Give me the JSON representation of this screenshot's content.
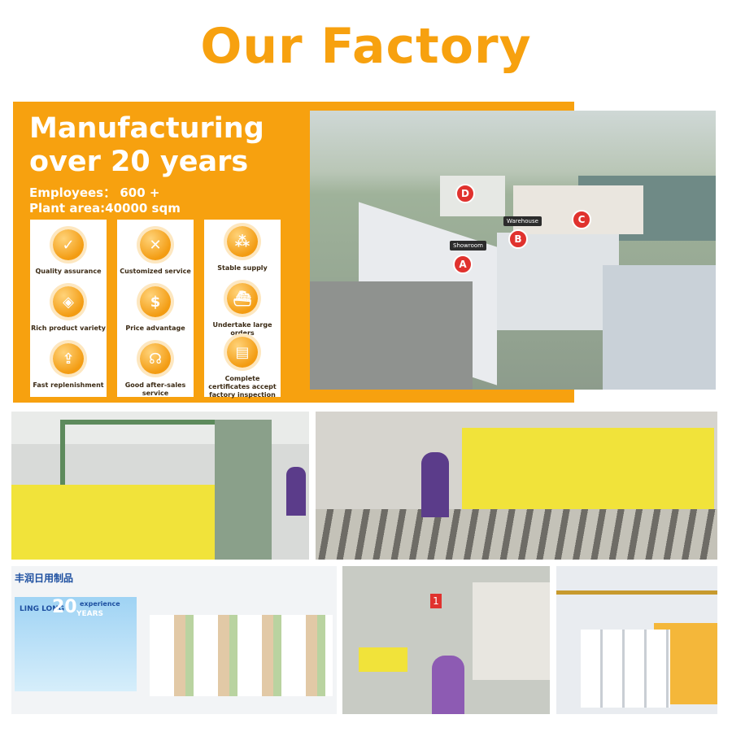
{
  "page": {
    "title": "Our Factory"
  },
  "banner": {
    "headline_line1": "Manufacturing",
    "headline_line2": "over 20 years",
    "employees": "Employees： 600 +",
    "plant_area": "Plant area:40000 sqm"
  },
  "features": [
    {
      "label": "Quality assurance",
      "icon": "shield-check-icon"
    },
    {
      "label": "Rich product variety",
      "icon": "cube-network-icon"
    },
    {
      "label": "Fast replenishment",
      "icon": "cart-arrow-icon"
    },
    {
      "label": "Customized service",
      "icon": "tools-icon"
    },
    {
      "label": "Price advantage",
      "icon": "money-stack-icon"
    },
    {
      "label": "Good after-sales service",
      "icon": "headset-icon"
    },
    {
      "label": "Stable supply",
      "icon": "network-nodes-icon"
    },
    {
      "label": "Undertake large orders",
      "icon": "cargo-ship-icon"
    },
    {
      "label": "Complete certificates accept factory inspection",
      "icon": "certificate-icon"
    }
  ],
  "aerial": {
    "markers": [
      "A",
      "B",
      "C",
      "D"
    ],
    "tags": {
      "showroom": "Showroom",
      "warehouse": "Warehouse"
    }
  },
  "showroom": {
    "sign": "丰润日用制品",
    "poster_badge": "20",
    "poster_years": "YEARS",
    "poster_experience": "experience",
    "poster_brand": "LING LONG"
  },
  "machine": {
    "number": "1"
  },
  "colors": {
    "accent": "#f7a10f",
    "marker": "#e0322e",
    "foam": "#f1e33a"
  }
}
